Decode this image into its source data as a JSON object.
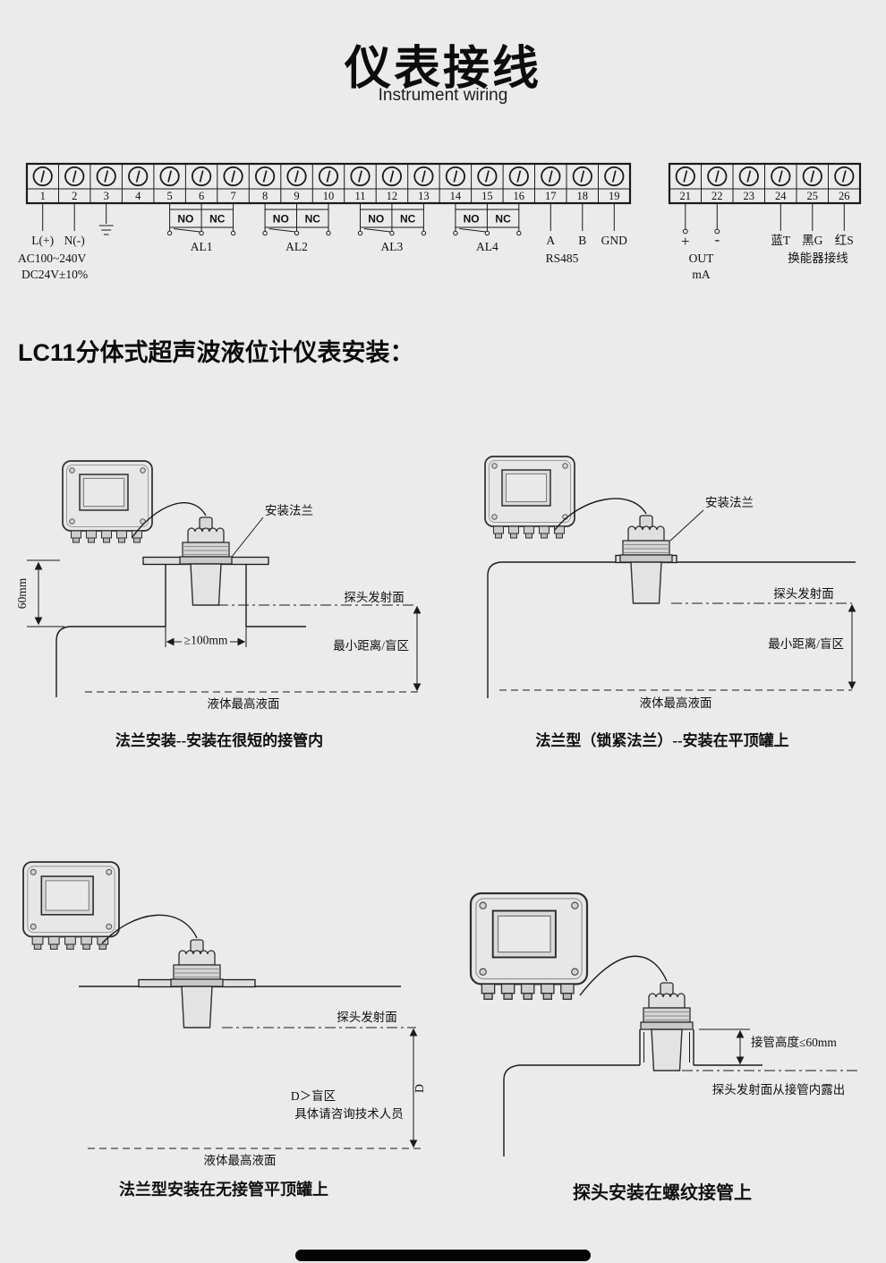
{
  "page": {
    "title": "仪表接线",
    "subtitle": "Instrument wiring",
    "section_heading": "LC11分体式超声波液位计仪表安装："
  },
  "terminal_block": {
    "numbers_left": [
      "1",
      "2",
      "3",
      "4",
      "5",
      "6",
      "7",
      "8",
      "9",
      "10",
      "11",
      "12",
      "13",
      "14",
      "15",
      "16",
      "17",
      "18",
      "19"
    ],
    "numbers_right": [
      "21",
      "22",
      "23",
      "24",
      "25",
      "26"
    ],
    "power": {
      "line": "L(+)",
      "neutral": "N(-)",
      "spec_ac": "AC100~240V",
      "spec_dc": "DC24V±10%"
    },
    "relays": [
      {
        "no": "NO",
        "nc": "NC",
        "label": "AL1"
      },
      {
        "no": "NO",
        "nc": "NC",
        "label": "AL2"
      },
      {
        "no": "NO",
        "nc": "NC",
        "label": "AL3"
      },
      {
        "no": "NO",
        "nc": "NC",
        "label": "AL4"
      }
    ],
    "rs485": {
      "a": "A",
      "b": "B",
      "gnd": "GND",
      "label": "RS485"
    },
    "current_out": {
      "plus": "+",
      "minus": "-",
      "label1": "OUT",
      "label2": "mA"
    },
    "transducer_wiring": {
      "blue": "蓝T",
      "black": "黑G",
      "red": "红S",
      "label": "换能器接线"
    }
  },
  "diagrams": [
    {
      "flange": "安装法兰",
      "probe_face": "探头发射面",
      "min_distance": "最小距离/盲区",
      "liquid_level": "液体最高液面",
      "dim_height": "60mm",
      "dim_width": "≥100mm",
      "caption": "法兰安装--安装在很短的接管内"
    },
    {
      "flange": "安装法兰",
      "probe_face": "探头发射面",
      "min_distance": "最小距离/盲区",
      "liquid_level": "液体最高液面",
      "caption": "法兰型（锁紧法兰）--安装在平顶罐上"
    },
    {
      "probe_face": "探头发射面",
      "blind_zone": "D＞盲区",
      "consult": "具体请咨询技术人员",
      "dim_d": "D",
      "liquid_level": "液体最高液面",
      "caption": "法兰型安装在无接管平顶罐上"
    },
    {
      "nozzle_height": "接管高度≤60mm",
      "probe_face": "探头发射面从接管内露出",
      "caption": "探头安装在螺纹接管上"
    }
  ]
}
